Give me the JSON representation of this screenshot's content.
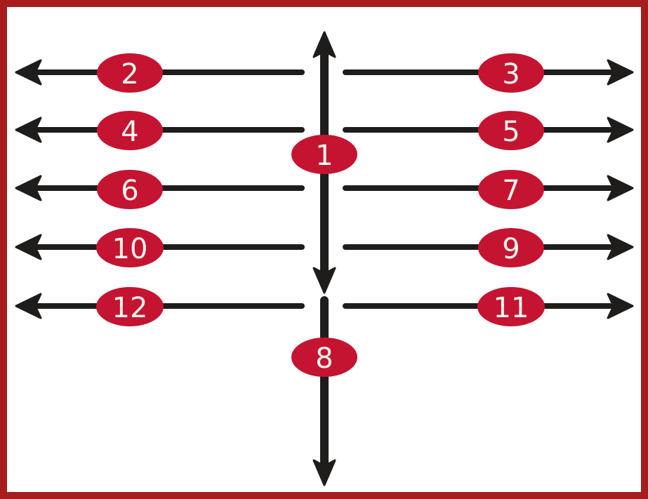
{
  "colors": {
    "frame_border": "#a51d1d",
    "arrow_line": "#1e1d1b",
    "badge_fill": "#c41431",
    "badge_text": "#fbf5ec",
    "background": "#ffffff"
  },
  "diagram": {
    "center": {
      "top_label": "1",
      "bottom_label": "8"
    },
    "rows": [
      {
        "left_label": "2",
        "right_label": "3"
      },
      {
        "left_label": "4",
        "right_label": "5"
      },
      {
        "left_label": "6",
        "right_label": "7"
      },
      {
        "left_label": "10",
        "right_label": "9"
      },
      {
        "left_label": "12",
        "right_label": "11"
      }
    ]
  }
}
